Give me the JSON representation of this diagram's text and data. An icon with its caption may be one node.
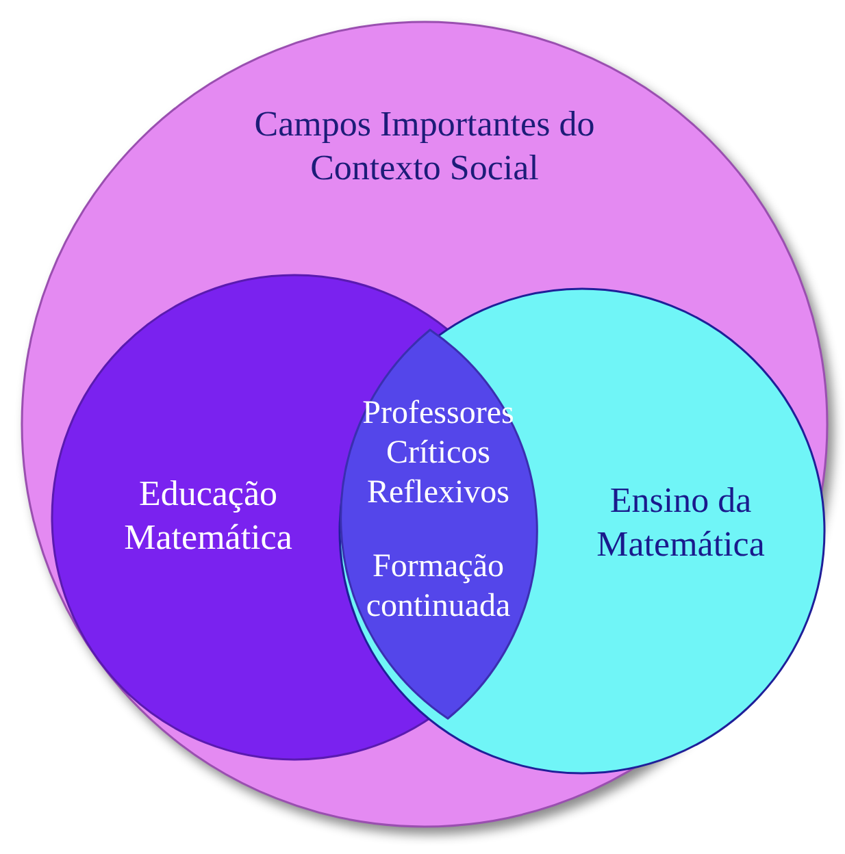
{
  "diagram": {
    "nodes": [
      {
        "text": [
          "Campos Importantes do Contexto Social"
        ]
      },
      {
        "text": [
          "Educação Matemática"
        ],
        "in": 0
      },
      {
        "text": [
          "Ensino da Matemática"
        ],
        "in": 0
      },
      {
        "text": [
          "Professores Críticos Reflexivos",
          "Formação continuada"
        ]
      }
    ]
  }
}
